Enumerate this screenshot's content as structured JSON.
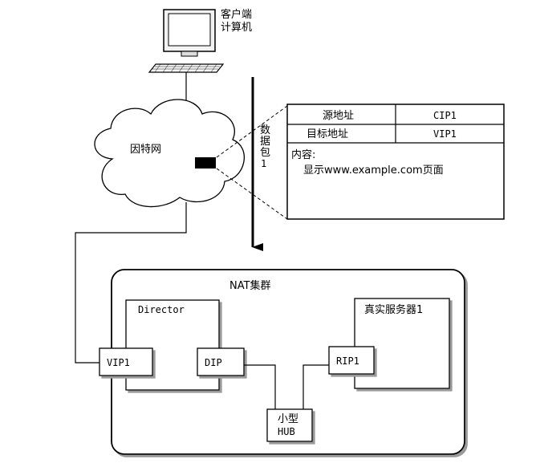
{
  "client": {
    "label_line1": "客户端",
    "label_line2": "计算机"
  },
  "internet": {
    "label": "因特网"
  },
  "packet": {
    "side_label_chars": [
      "数",
      "据",
      "包",
      "1"
    ],
    "rows": [
      {
        "field": "源地址",
        "value": "CIP1"
      },
      {
        "field": "目标地址",
        "value": "VIP1"
      }
    ],
    "content_label": "内容:",
    "content_text": "显示www.example.com页面"
  },
  "cluster": {
    "title": "NAT集群",
    "director": "Director",
    "real_server": "真实服务器1",
    "vip": "VIP1",
    "dip": "DIP",
    "rip": "RIP1",
    "hub_line1": "小型",
    "hub_line2": "HUB"
  }
}
